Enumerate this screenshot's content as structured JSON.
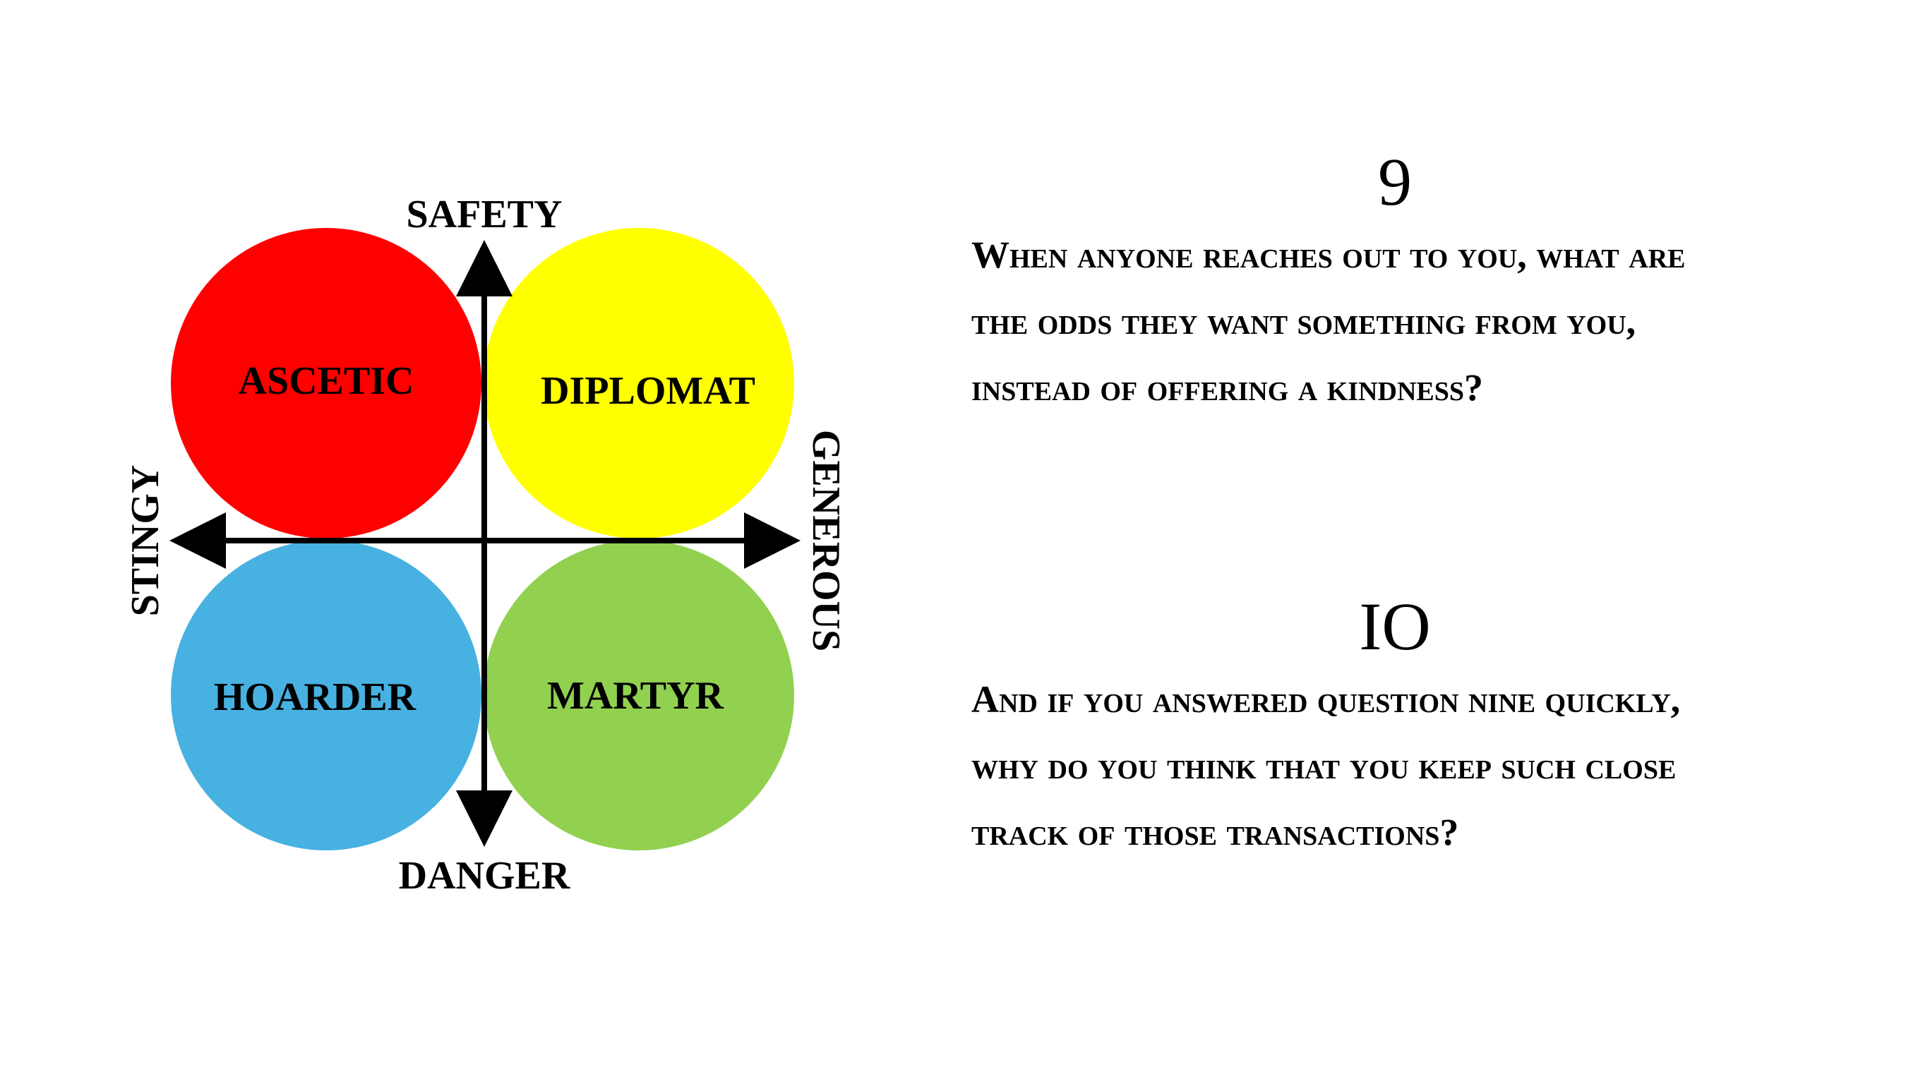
{
  "diagram": {
    "quadrants": [
      {
        "id": "ascetic",
        "label": "ASCETIC",
        "color": "#ff0000"
      },
      {
        "id": "diplomat",
        "label": "DIPLOMAT",
        "color": "#ffff00"
      },
      {
        "id": "hoarder",
        "label": "HOARDER",
        "color": "#47b1e2"
      },
      {
        "id": "martyr",
        "label": "MARTYR",
        "color": "#92d050"
      }
    ],
    "axes": {
      "top": "SAFETY",
      "bottom": "DANGER",
      "left": "STINGY",
      "right": "GENEROUS"
    }
  },
  "questions": [
    {
      "number": "9",
      "lines": [
        "When anyone reaches out to you, what are",
        "the odds they want something from you,",
        "instead of offering a kindness?"
      ]
    },
    {
      "number": "IO",
      "lines": [
        "And if you answered question nine quickly,",
        "why do you think that you keep such close",
        "track of those transactions?"
      ]
    }
  ]
}
